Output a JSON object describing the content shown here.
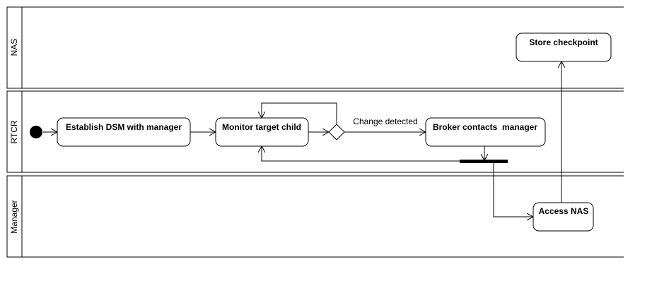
{
  "lanes": {
    "nas": "NAS",
    "rtcr": "RTCR",
    "manager": "Manager"
  },
  "nodes": {
    "establish": "Establish DSM with manager",
    "monitor": "Monitor target child",
    "broker": "Broker contacts  manager",
    "store": "Store checkpoint",
    "access": "Access NAS"
  },
  "edges": {
    "change_detected": "Change detected"
  }
}
